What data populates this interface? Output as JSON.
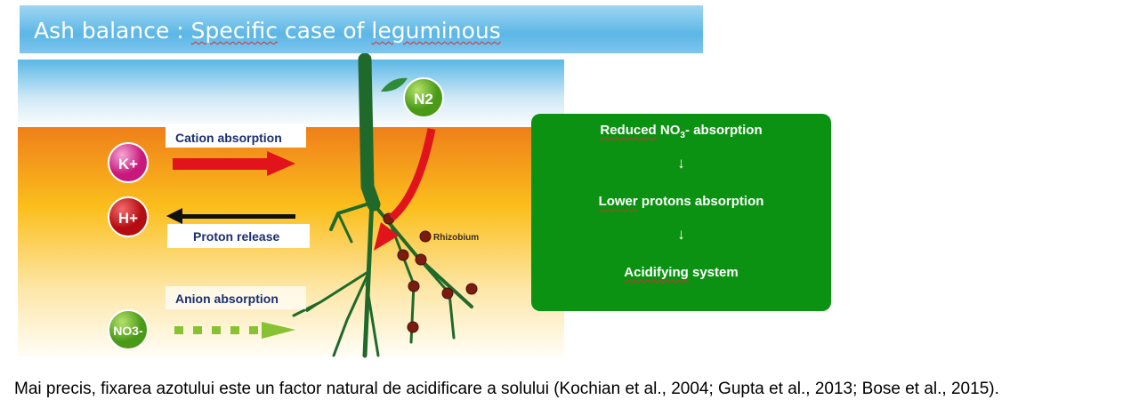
{
  "title": {
    "part1": "Ash balance : ",
    "part2": "Specific",
    "part3": " case of ",
    "part4": "leguminous"
  },
  "diagram": {
    "cation_label": "Cation absorption",
    "proton_label": "Proton release",
    "anion_label": "Anion absorption",
    "rhizobium_label": "Rhizobium",
    "ions": {
      "k": "K+",
      "h": "H+",
      "no3": "NO3-",
      "n2": "N2"
    }
  },
  "info_box": {
    "line1_a": "Reduced",
    "line1_b": " NO",
    "line1_sub": "3",
    "line1_c": "- absorption",
    "arrow1": "↓",
    "line2_a": "Lower",
    "line2_b": " protons absorption",
    "arrow2": "↓",
    "line3_a": "Acidifying",
    "line3_b": " system"
  },
  "caption": "Mai precis, fixarea azotului este un factor natural de acidificare a solului (Kochian et al., 2004; Gupta et al., 2013; Bose et al., 2015)."
}
